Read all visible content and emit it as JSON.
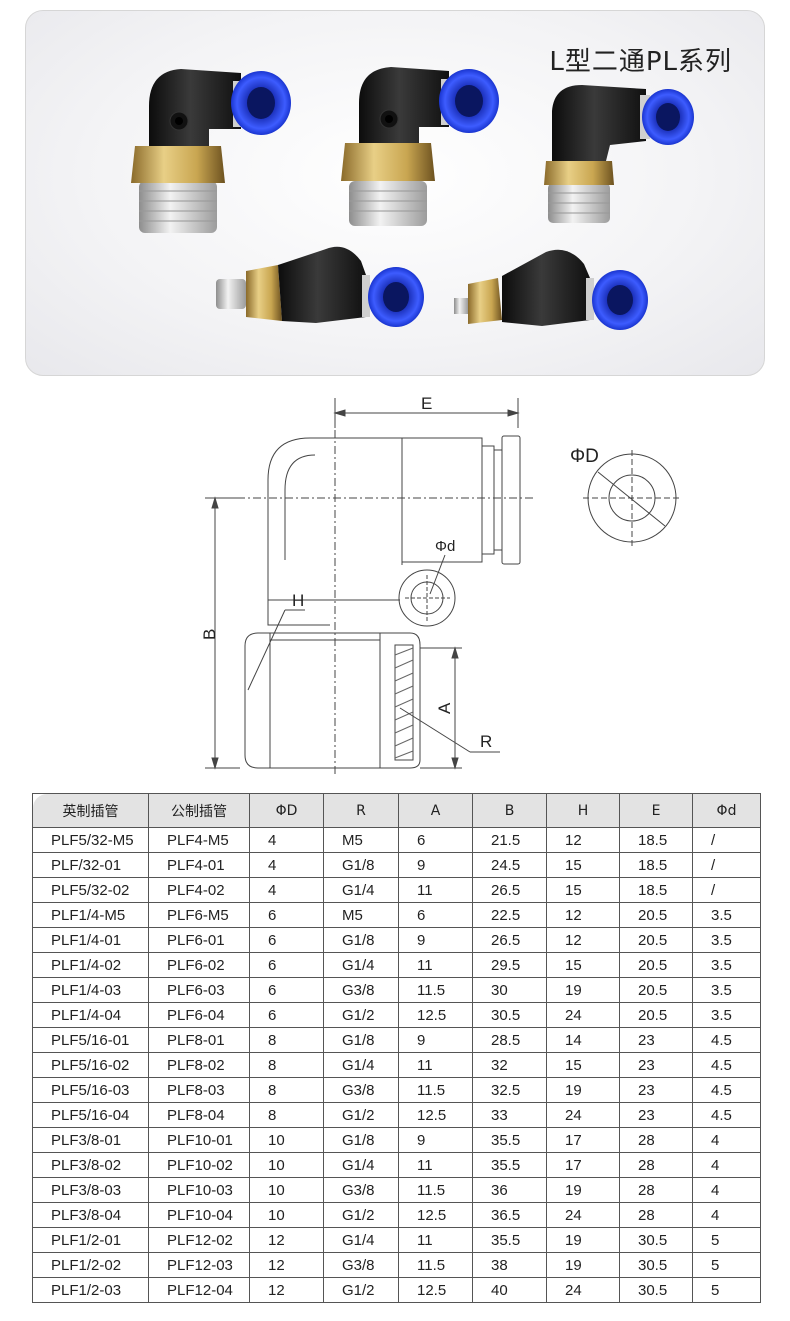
{
  "photo": {
    "title": "L型二通PL系列",
    "items": [
      {
        "name": "fitting-large-thread-a",
        "tube_color": "#1f3fd6"
      },
      {
        "name": "fitting-large-thread-b",
        "tube_color": "#1f3fd6"
      },
      {
        "name": "fitting-medium-thread",
        "tube_color": "#1f3fd6"
      },
      {
        "name": "fitting-small-thread",
        "tube_color": "#1f3fd6"
      },
      {
        "name": "fitting-m5-thread",
        "tube_color": "#1f3fd6"
      }
    ]
  },
  "drawing": {
    "labels": {
      "E": "E",
      "phi_D": "ΦD",
      "phi_d": "Φd",
      "H": "H",
      "B": "B",
      "A": "A",
      "R": "R"
    }
  },
  "table": {
    "headers": [
      "英制插管",
      "公制插管",
      "ΦD",
      "R",
      "A",
      "B",
      "H",
      "E",
      "Φd"
    ],
    "rows": [
      [
        "PLF5/32-M5",
        "PLF4-M5",
        "4",
        "M5",
        "6",
        "21.5",
        "12",
        "18.5",
        "/"
      ],
      [
        "PLF/32-01",
        "PLF4-01",
        "4",
        "G1/8",
        "9",
        "24.5",
        "15",
        "18.5",
        "/"
      ],
      [
        "PLF5/32-02",
        "PLF4-02",
        "4",
        "G1/4",
        "11",
        "26.5",
        "15",
        "18.5",
        "/"
      ],
      [
        "PLF1/4-M5",
        "PLF6-M5",
        "6",
        "M5",
        "6",
        "22.5",
        "12",
        "20.5",
        "3.5"
      ],
      [
        "PLF1/4-01",
        "PLF6-01",
        "6",
        "G1/8",
        "9",
        "26.5",
        "12",
        "20.5",
        "3.5"
      ],
      [
        "PLF1/4-02",
        "PLF6-02",
        "6",
        "G1/4",
        "11",
        "29.5",
        "15",
        "20.5",
        "3.5"
      ],
      [
        "PLF1/4-03",
        "PLF6-03",
        "6",
        "G3/8",
        "11.5",
        "30",
        "19",
        "20.5",
        "3.5"
      ],
      [
        "PLF1/4-04",
        "PLF6-04",
        "6",
        "G1/2",
        "12.5",
        "30.5",
        "24",
        "20.5",
        "3.5"
      ],
      [
        "PLF5/16-01",
        "PLF8-01",
        "8",
        "G1/8",
        "9",
        "28.5",
        "14",
        "23",
        "4.5"
      ],
      [
        "PLF5/16-02",
        "PLF8-02",
        "8",
        "G1/4",
        "11",
        "32",
        "15",
        "23",
        "4.5"
      ],
      [
        "PLF5/16-03",
        "PLF8-03",
        "8",
        "G3/8",
        "11.5",
        "32.5",
        "19",
        "23",
        "4.5"
      ],
      [
        "PLF5/16-04",
        "PLF8-04",
        "8",
        "G1/2",
        "12.5",
        "33",
        "24",
        "23",
        "4.5"
      ],
      [
        "PLF3/8-01",
        "PLF10-01",
        "10",
        "G1/8",
        "9",
        "35.5",
        "17",
        "28",
        "4"
      ],
      [
        "PLF3/8-02",
        "PLF10-02",
        "10",
        "G1/4",
        "11",
        "35.5",
        "17",
        "28",
        "4"
      ],
      [
        "PLF3/8-03",
        "PLF10-03",
        "10",
        "G3/8",
        "11.5",
        "36",
        "19",
        "28",
        "4"
      ],
      [
        "PLF3/8-04",
        "PLF10-04",
        "10",
        "G1/2",
        "12.5",
        "36.5",
        "24",
        "28",
        "4"
      ],
      [
        "PLF1/2-01",
        "PLF12-02",
        "12",
        "G1/4",
        "11",
        "35.5",
        "19",
        "30.5",
        "5"
      ],
      [
        "PLF1/2-02",
        "PLF12-03",
        "12",
        "G3/8",
        "11.5",
        "38",
        "19",
        "30.5",
        "5"
      ],
      [
        "PLF1/2-03",
        "PLF12-04",
        "12",
        "G1/2",
        "12.5",
        "40",
        "24",
        "30.5",
        "5"
      ]
    ]
  }
}
